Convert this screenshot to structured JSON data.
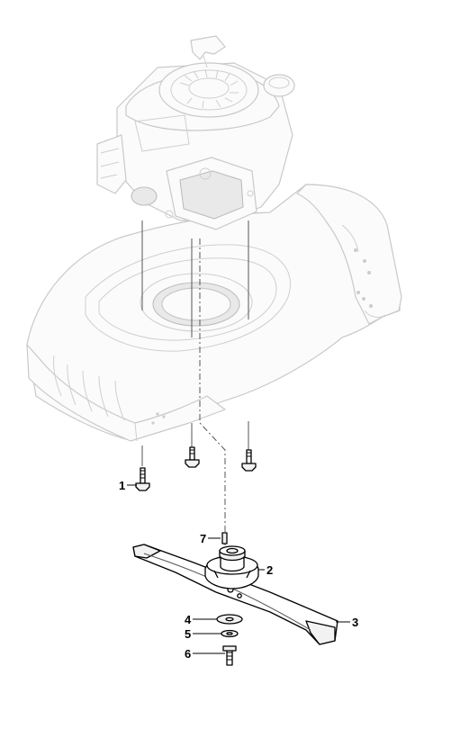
{
  "callouts": [
    {
      "id": "1",
      "label": "1"
    },
    {
      "id": "2",
      "label": "2"
    },
    {
      "id": "3",
      "label": "3"
    },
    {
      "id": "4",
      "label": "4"
    },
    {
      "id": "5",
      "label": "5"
    },
    {
      "id": "6",
      "label": "6"
    },
    {
      "id": "7",
      "label": "7"
    }
  ],
  "parts": {
    "engine": "engine-ghost",
    "deck": "mower-deck-ghost",
    "screws": "deck-mounting-screw",
    "hub": "blade-adapter-hub",
    "blade": "cutting-blade",
    "washer": "flat-washer",
    "spring_washer": "spring-washer",
    "bolt": "blade-bolt",
    "key": "woodruff-key"
  }
}
